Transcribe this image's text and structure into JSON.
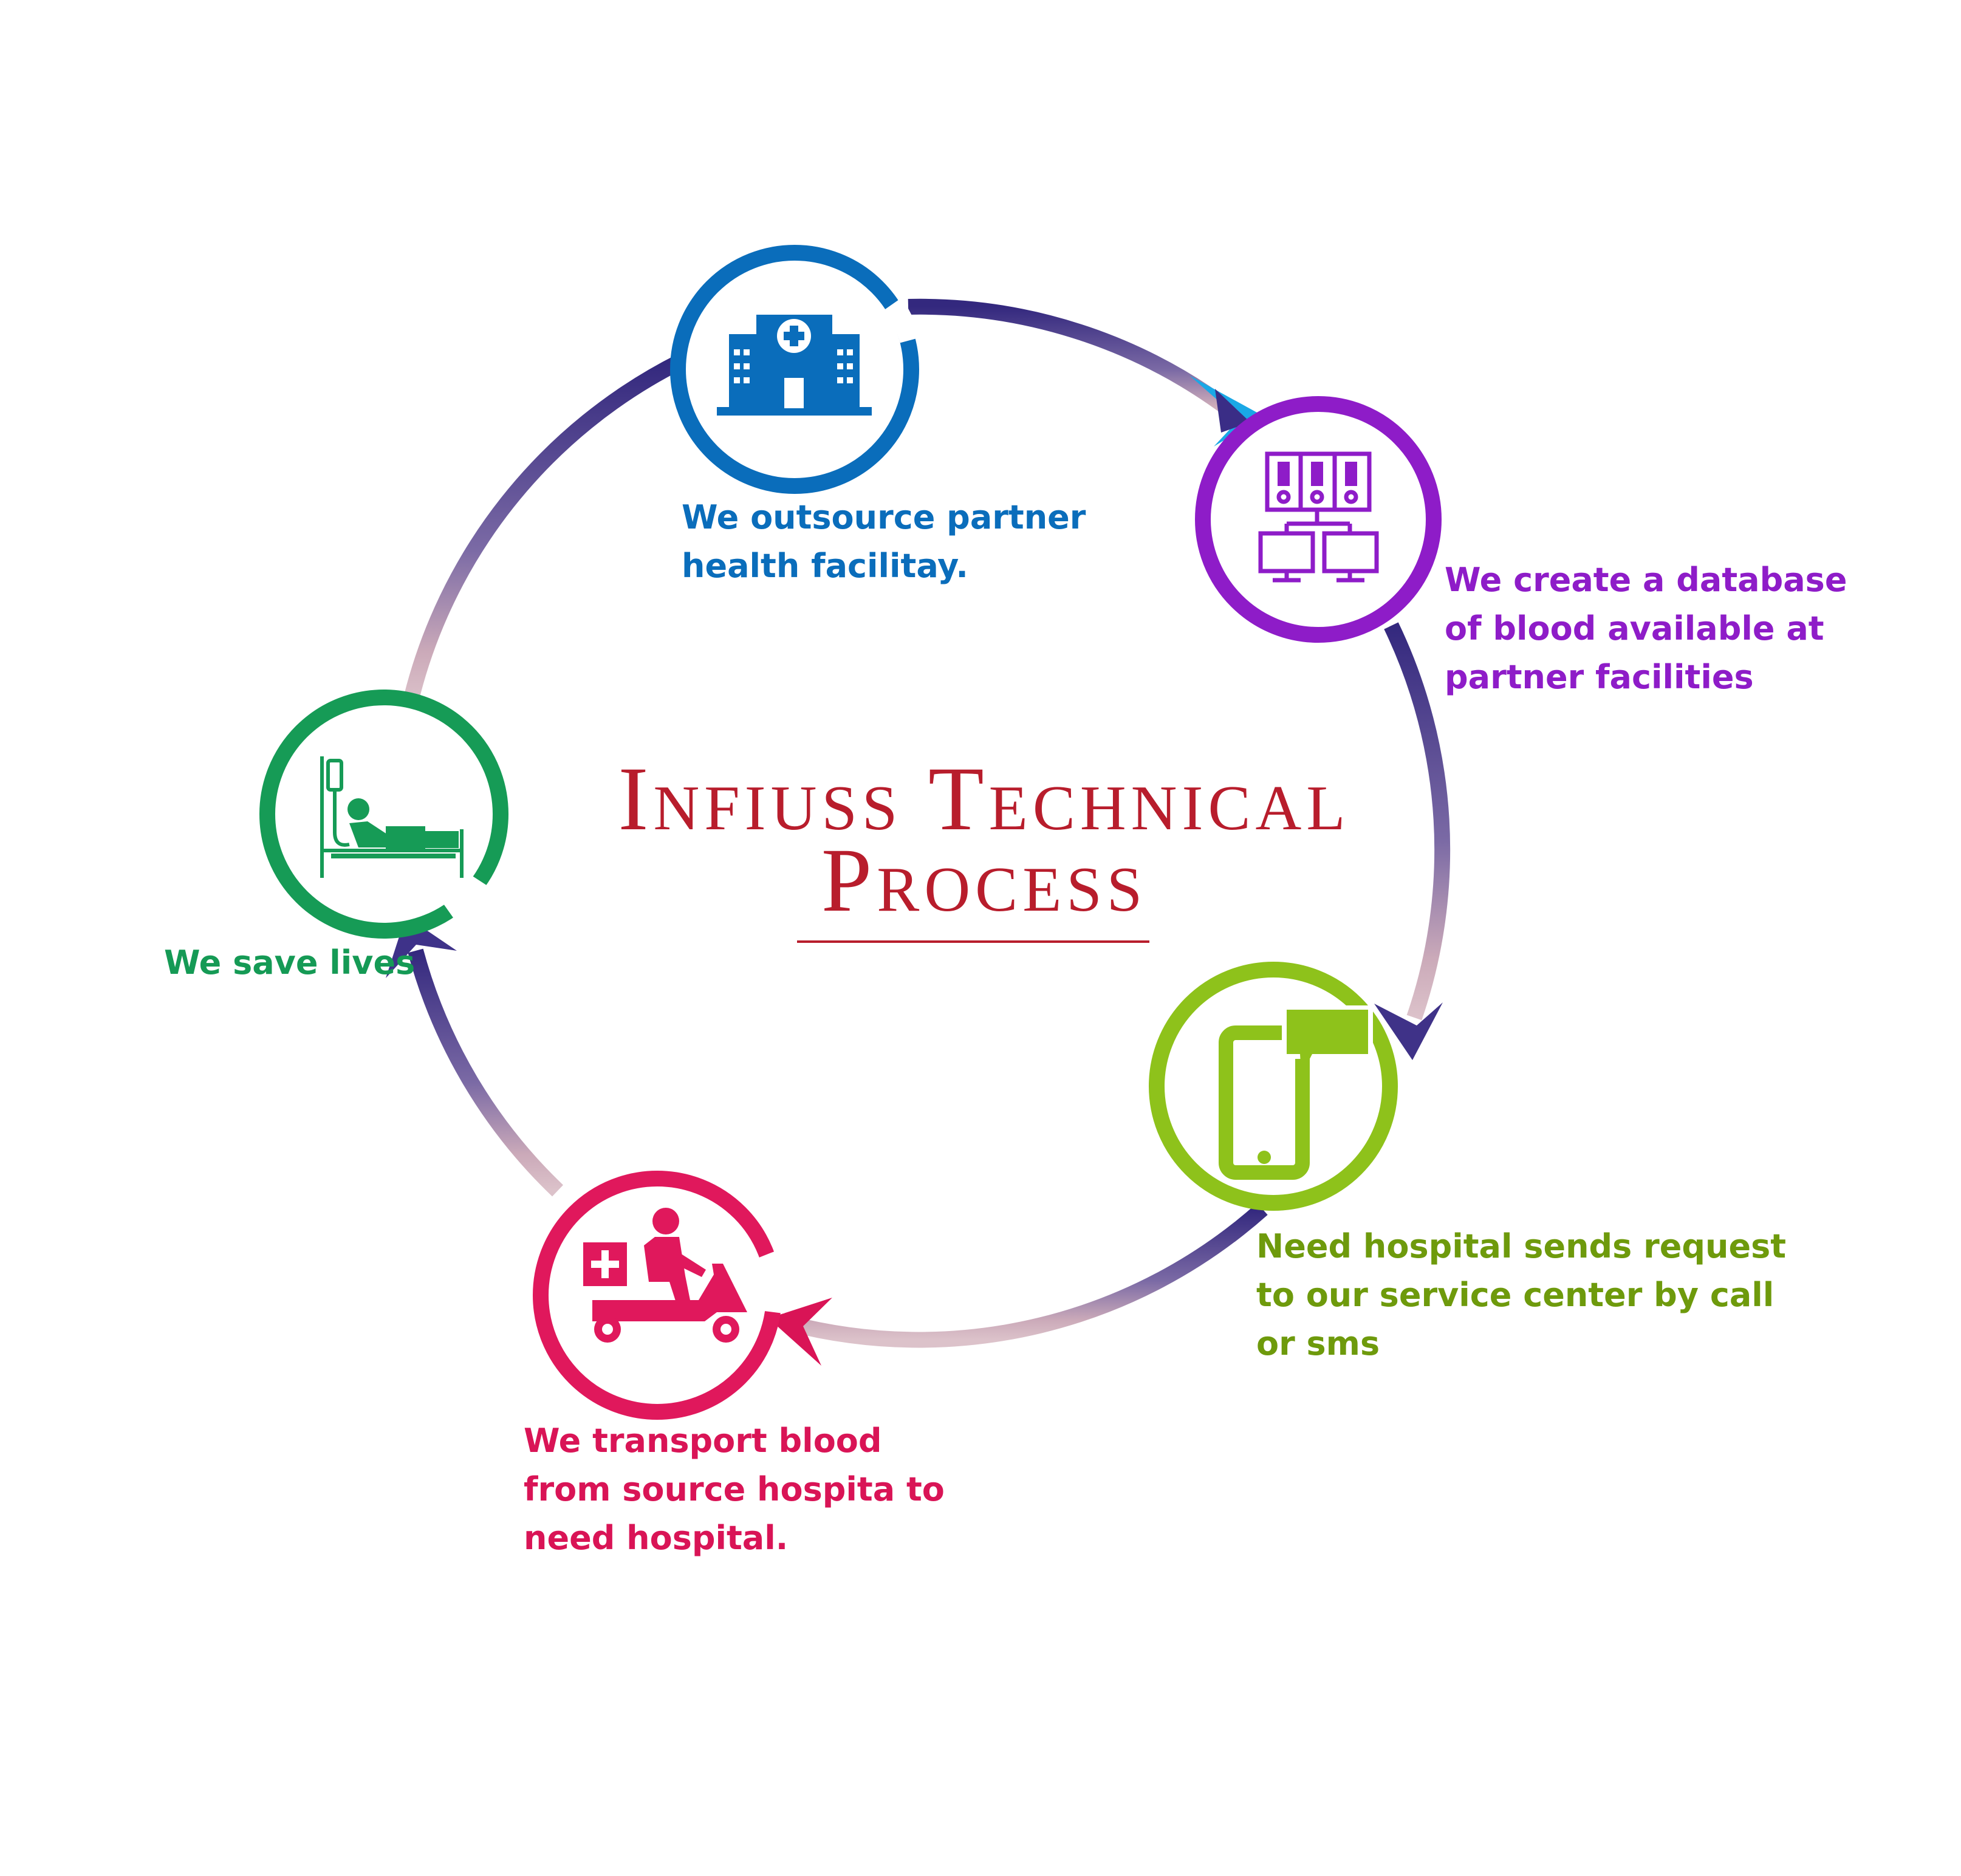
{
  "title": {
    "line1": "Infiuss Technical",
    "line2": "Process"
  },
  "steps": [
    {
      "lines": [
        "We outsource partner",
        "health facilitay."
      ],
      "icon": "hospital-icon",
      "color": "#0a6dbb"
    },
    {
      "lines": [
        "We create a database",
        "of blood available at",
        "partner facilities"
      ],
      "icon": "database-network-icon",
      "color": "#8e1cc8"
    },
    {
      "lines": [
        "Need hospital sends request",
        "to our service center by call",
        "or sms"
      ],
      "icon": "phone-message-icon",
      "color": "#8ec21b"
    },
    {
      "lines": [
        "We transport blood",
        "from source hospita to",
        "need hospital."
      ],
      "icon": "delivery-scooter-icon",
      "color": "#e0185c"
    },
    {
      "lines": [
        "We save lives"
      ],
      "icon": "patient-bed-icon",
      "color": "#169b56"
    }
  ],
  "colors": {
    "title": "#b81d2c",
    "ring_dark": "#3a2d86",
    "ring_light": "#d8b8c4",
    "arrow_accent": "#1aa8e6"
  }
}
